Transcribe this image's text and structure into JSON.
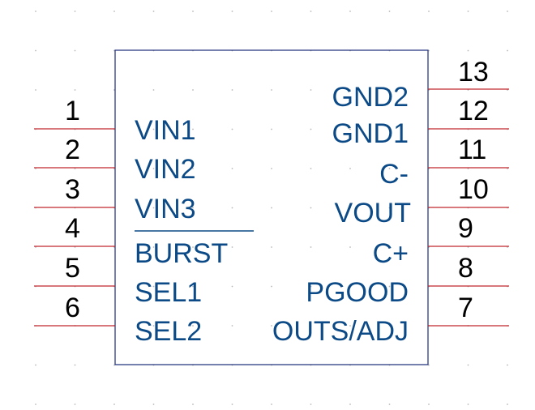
{
  "component": {
    "left_pins": [
      {
        "number": "1",
        "label": "VIN1"
      },
      {
        "number": "2",
        "label": "VIN2"
      },
      {
        "number": "3",
        "label": "VIN3"
      },
      {
        "number": "4",
        "label": "BURST",
        "overbar": true
      },
      {
        "number": "5",
        "label": "SEL1"
      },
      {
        "number": "6",
        "label": "SEL2"
      }
    ],
    "right_pins": [
      {
        "number": "13",
        "label": "GND2"
      },
      {
        "number": "12",
        "label": "GND1"
      },
      {
        "number": "11",
        "label": "C-"
      },
      {
        "number": "10",
        "label": "VOUT"
      },
      {
        "number": "9",
        "label": "C+"
      },
      {
        "number": "8",
        "label": "PGOOD"
      },
      {
        "number": "7",
        "label": "OUTS/ADJ"
      }
    ]
  },
  "colors": {
    "pin_line": "#c0272d",
    "body_outline": "#1c2b7a",
    "label_text": "#0b4a86",
    "number_text": "#000000",
    "grid_dot": "#b8b8b8"
  }
}
